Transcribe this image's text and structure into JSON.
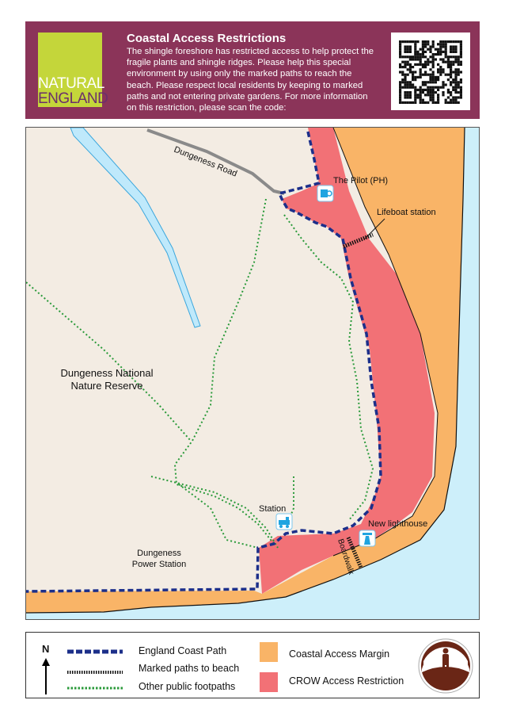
{
  "header": {
    "logo_line1": "NATURAL",
    "logo_line2": "ENGLAND",
    "title": "Coastal Access Restrictions",
    "body": "The shingle foreshore has restricted access to help protect the fragile plants and shingle ridges. Please help this special environment by using only the marked paths to reach the beach. Please respect local residents by keeping to marked paths and not entering private gardens. For more information on this restriction, please scan the code:",
    "qr_icon": "qr-code-icon"
  },
  "map": {
    "labels": {
      "road": "Dungeness Road",
      "pub": "The Pilot (PH)",
      "lifeboat": "Lifeboat station",
      "reserve_line1": "Dungeness National",
      "reserve_line2": "Nature Reserve",
      "power_line1": "Dungeness",
      "power_line2": "Power Station",
      "station": "Station",
      "lighthouse": "New lighthouse",
      "boardwalk": "Boardwalk"
    },
    "colors": {
      "land": "#f3ece3",
      "sea": "#cdeffa",
      "margin": "#f9b467",
      "crow": "#f27176",
      "coast_path": "#1c2f8a",
      "footpath": "#2a9a3a"
    }
  },
  "legend": {
    "north": "N",
    "items": [
      {
        "label": "England Coast Path"
      },
      {
        "label": "Marked paths to beach"
      },
      {
        "label": "Other public footpaths"
      },
      {
        "label": "Coastal Access Margin"
      },
      {
        "label": "CROW Access Restriction"
      }
    ]
  }
}
